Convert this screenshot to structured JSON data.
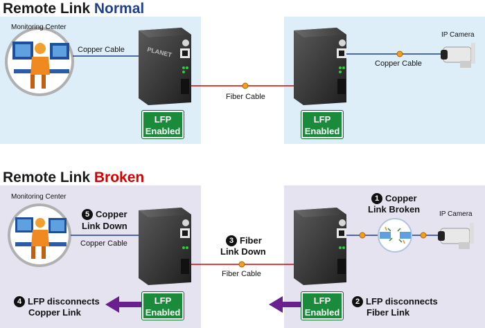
{
  "sections": [
    {
      "title_prefix": "Remote Link ",
      "title_status": "Normal",
      "status_color": "#1f3f8f"
    },
    {
      "title_prefix": "Remote Link ",
      "title_status": "Broken",
      "status_color": "#d40000"
    }
  ],
  "colors": {
    "panel_normal": "#ddeef8",
    "panel_broken": "#e6e3f0",
    "copper": "#1f3a8f",
    "fiber": "#d40000",
    "lfp": "#1a8b3a",
    "arrow": "#6a1f8f"
  },
  "labels": {
    "monitoring_center": "Monitoring Center",
    "ip_camera": "IP Camera",
    "copper_cable": "Copper Cable",
    "fiber_cable": "Fiber Cable",
    "lfp_line1": "LFP",
    "lfp_line2": "Enabled",
    "brand": "PLANET"
  },
  "broken": {
    "step1": {
      "num": "1",
      "line1": "Copper",
      "line2": "Link Broken"
    },
    "step2": {
      "num": "2",
      "line1": "LFP disconnects",
      "line2": "Fiber Link"
    },
    "step3": {
      "num": "3",
      "line1": "Fiber",
      "line2": "Link Down"
    },
    "step4": {
      "num": "4",
      "line1": "LFP disconnects",
      "line2": "Copper Link"
    },
    "step5": {
      "num": "5",
      "line1": "Copper",
      "line2": "Link Down"
    }
  }
}
